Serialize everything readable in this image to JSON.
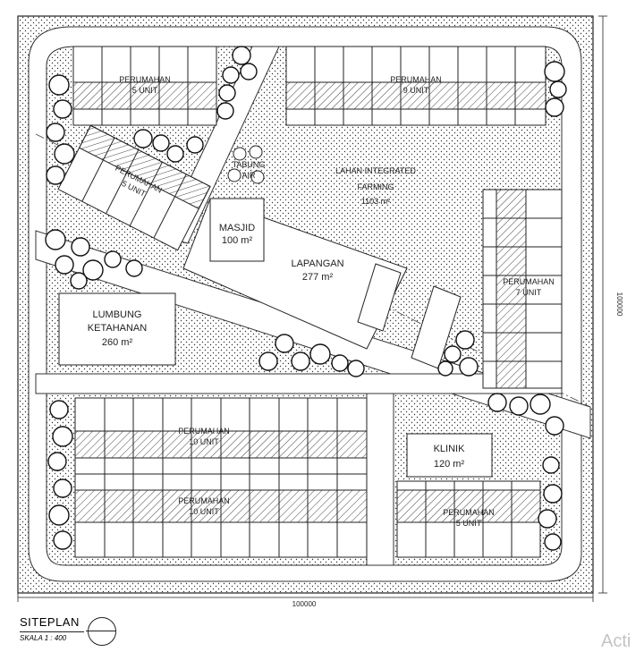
{
  "drawing": {
    "title": "SITEPLAN",
    "scale": "SKALA 1 : 400",
    "dim_width": "100000",
    "dim_height": "100000",
    "watermark": "Acti"
  },
  "labels": {
    "housing_top_left": [
      "PERUMAHAN",
      "5 UNIT"
    ],
    "housing_top_right": [
      "PERUMAHAN",
      "9 UNIT"
    ],
    "housing_diag": [
      "PERUMAHAN",
      "5 UNIT"
    ],
    "water_tank": [
      "TABUNG",
      "AIR"
    ],
    "farming": [
      "LAHAN INTEGRATED",
      "FARMING",
      "1103 m²"
    ],
    "masjid": [
      "MASJID",
      "100 m²"
    ],
    "lapangan": [
      "LAPANGAN",
      "277 m²"
    ],
    "housing_right": [
      "PERUMAHAN",
      "7 UNIT"
    ],
    "lumbung": [
      "LUMBUNG",
      "KETAHANAN",
      "260 m²"
    ],
    "housing_bottom_1": [
      "PERUMAHAN",
      "10 UNIT"
    ],
    "housing_bottom_2": [
      "PERUMAHAN",
      "10 UNIT"
    ],
    "klinik": [
      "KLINIK",
      "120 m²"
    ],
    "housing_bottom_right": [
      "PERUMAHAN",
      "5 UNIT"
    ]
  }
}
